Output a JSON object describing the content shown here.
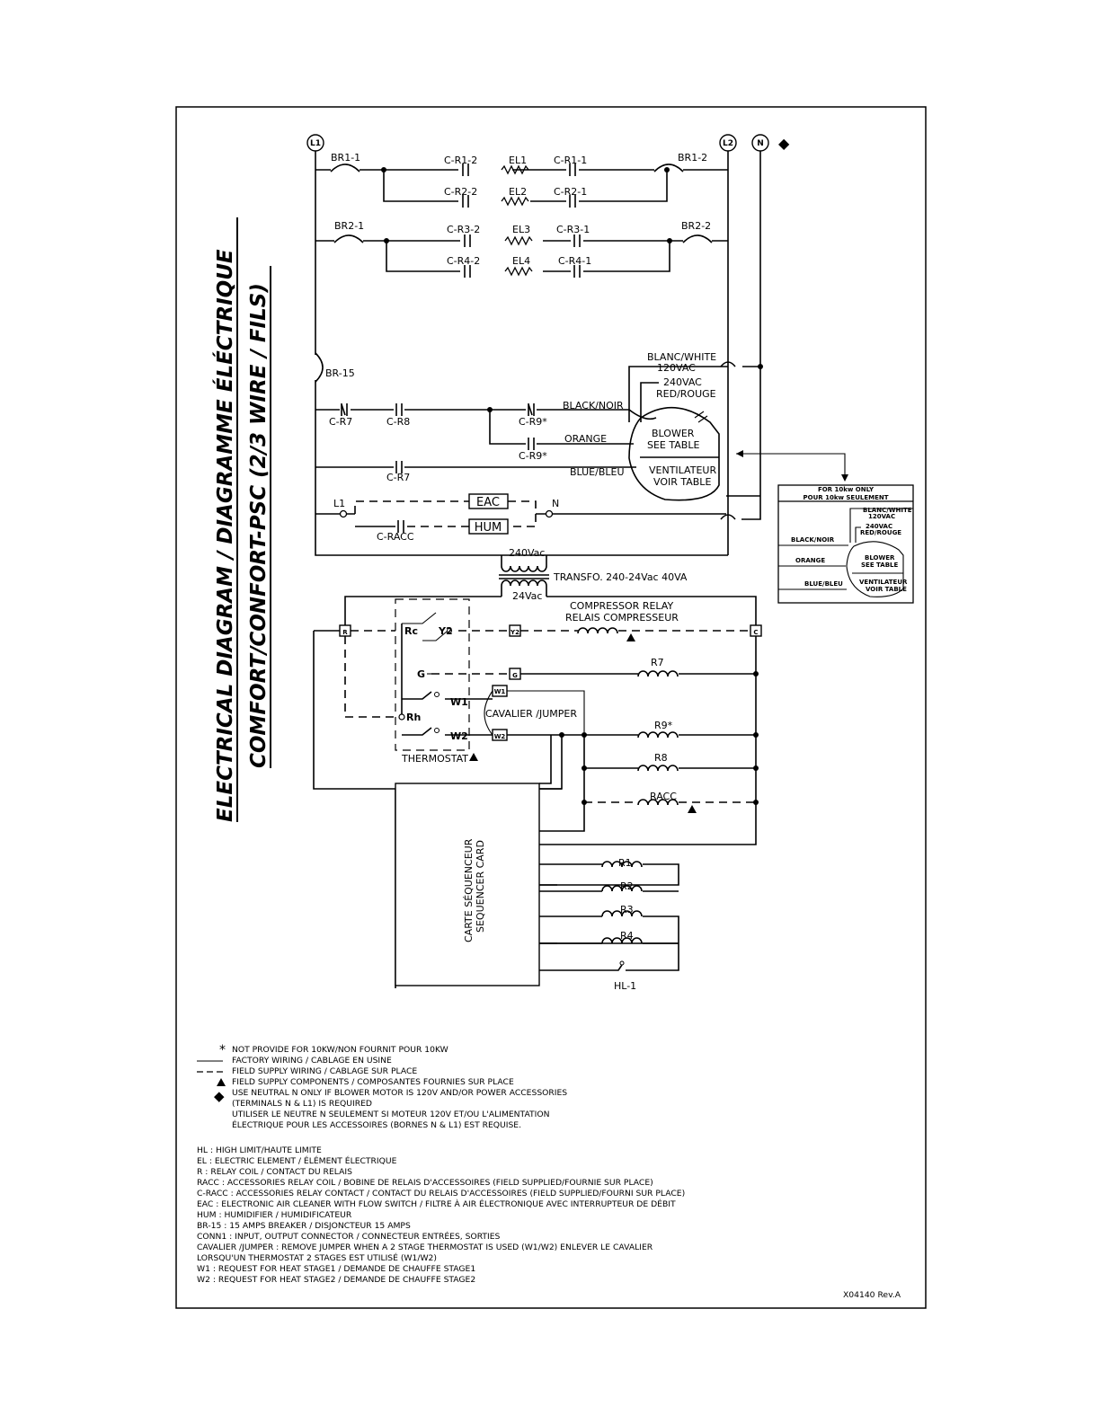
{
  "title": {
    "line1": "ELECTRICAL DIAGRAM / DIAGRAMME ÉLÉCTRIQUE",
    "line2": "COMFORT/CONFORT-PSC (2/3 WIRE / FILS)"
  },
  "terminals": {
    "l1": "L1",
    "l2": "L2",
    "n": "N",
    "diamond": "◆"
  },
  "heaters": {
    "br1_1": "BR1-1",
    "br1_2": "BR1-2",
    "cr1_2": "C-R1-2",
    "el1": "EL1",
    "cr1_1": "C-R1-1",
    "cr2_2": "C-R2-2",
    "el2": "EL2",
    "cr2_1": "C-R2-1",
    "br2_1": "BR2-1",
    "br2_2": "BR2-2",
    "cr3_2": "C-R3-2",
    "el3": "EL3",
    "cr3_1": "C-R3-1",
    "cr4_2": "C-R4-2",
    "el4": "EL4",
    "cr4_1": "C-R4-1"
  },
  "blower": {
    "br15": "BR-15",
    "cr7a": "C-R7",
    "cr8": "C-R8",
    "cr9a": "C-R9*",
    "cr9b": "C-R9*",
    "cr7b": "C-R7",
    "black": "BLACK/NOIR",
    "orange": "ORANGE",
    "blue": "BLUE/BLEU",
    "blanc": "BLANC/WHITE",
    "v120": "120VAC",
    "v240": "240VAC",
    "red": "RED/ROUGE",
    "motor1": "BLOWER",
    "motor2": "SEE TABLE",
    "motor3": "VENTILATEUR",
    "motor4": "VOIR TABLE"
  },
  "accessories": {
    "l1": "L1",
    "n": "N",
    "eac": "EAC",
    "hum": "HUM",
    "cracc": "C-RACC"
  },
  "transformer": {
    "primary": "240Vac",
    "secondary": "24Vac",
    "label": "TRANSFO. 240-24Vac 40VA"
  },
  "low_voltage": {
    "r": "R",
    "c": "C",
    "rc": "Rc",
    "rh": "Rh",
    "y2": "Y2",
    "y2_term": "Y2",
    "g": "G",
    "g_term": "G",
    "w1": "W1",
    "w2": "W2",
    "w1_term": "W1",
    "w2_term": "W2",
    "comp1": "COMPRESSOR RELAY",
    "comp2": "RELAIS COMPRESSEUR",
    "r7": "R7",
    "r9": "R9*",
    "r8": "R8",
    "racc": "RACC",
    "jumper": "CAVALIER /JUMPER",
    "thermostat": "THERMOSTAT"
  },
  "sequencer": {
    "line1": "CARTE SÉQUENCEUR",
    "line2": "SEQUENCER CARD",
    "r1": "R1",
    "r2": "R2",
    "r3": "R3",
    "r4": "R4",
    "hl1": "HL-1"
  },
  "inset": {
    "h1": "FOR 10kw ONLY",
    "h2": "POUR 10kw SEULEMENT",
    "blanc": "BLANC/WHITE",
    "v120": "120VAC",
    "v240": "240VAC",
    "red": "RED/ROUGE",
    "black": "BLACK/NOIR",
    "orange": "ORANGE",
    "blue": "BLUE/BLEU",
    "m1": "BLOWER",
    "m2": "SEE TABLE",
    "m3": "VENTILATEUR",
    "m4": "VOIR TABLE"
  },
  "legend": {
    "symbols": [
      "NOT PROVIDE FOR 10KW/NON FOURNIT POUR 10KW",
      "FACTORY WIRING / CABLAGE EN USINE",
      "FIELD SUPPLY WIRING / CABLAGE SUR PLACE",
      "FIELD SUPPLY COMPONENTS / COMPOSANTES FOURNIES SUR PLACE",
      "USE NEUTRAL N ONLY IF BLOWER MOTOR IS 120V AND/OR POWER ACCESSORIES",
      "(TERMINALS N & L1) IS REQUIRED",
      "UTILISER LE NEUTRE N SEULEMENT SI MOTEUR 120V ET/OU L'ALIMENTATION",
      "ÉLECTRIQUE POUR LES ACCESSOIRES (BORNES N & L1) EST REQUISE."
    ],
    "definitions": [
      "HL : HIGH LIMIT/HAUTE LIMITE",
      "EL : ELECTRIC ELEMENT / ÉLÉMENT ÉLECTRIQUE",
      "R : RELAY COIL / CONTACT DU RELAIS",
      "RACC : ACCESSORIES RELAY COIL / BOBINE DE RELAIS D'ACCESSOIRES (FIELD SUPPLIED/FOURNIE SUR PLACE)",
      "C-RACC : ACCESSORIES RELAY CONTACT / CONTACT DU RELAIS D'ACCESSOIRES (FIELD SUPPLIED/FOURNI SUR PLACE)",
      "EAC : ELECTRONIC AIR CLEANER WITH FLOW SWITCH / FILTRE À AIR ÉLECTRONIQUE AVEC INTERRUPTEUR DE DÉBIT",
      "HUM : HUMIDIFIER / HUMIDIFICATEUR",
      "BR-15 : 15 AMPS BREAKER / DISJONCTEUR 15 AMPS",
      "CONN1 : INPUT, OUTPUT CONNECTOR / CONNECTEUR ENTRÉES, SORTIES",
      "CAVALIER /JUMPER : REMOVE JUMPER WHEN A 2 STAGE THERMOSTAT IS USED (W1/W2) ENLEVER LE CAVALIER",
      "LORSQU'UN THERMOSTAT 2 STAGES EST UTILISÉ (W1/W2)",
      "W1 : REQUEST FOR HEAT STAGE1 / DEMANDE DE CHAUFFE STAGE1",
      "W2 : REQUEST FOR HEAT STAGE2 / DEMANDE DE CHAUFFE STAGE2"
    ]
  },
  "drawing_number": "X04140 Rev.A"
}
